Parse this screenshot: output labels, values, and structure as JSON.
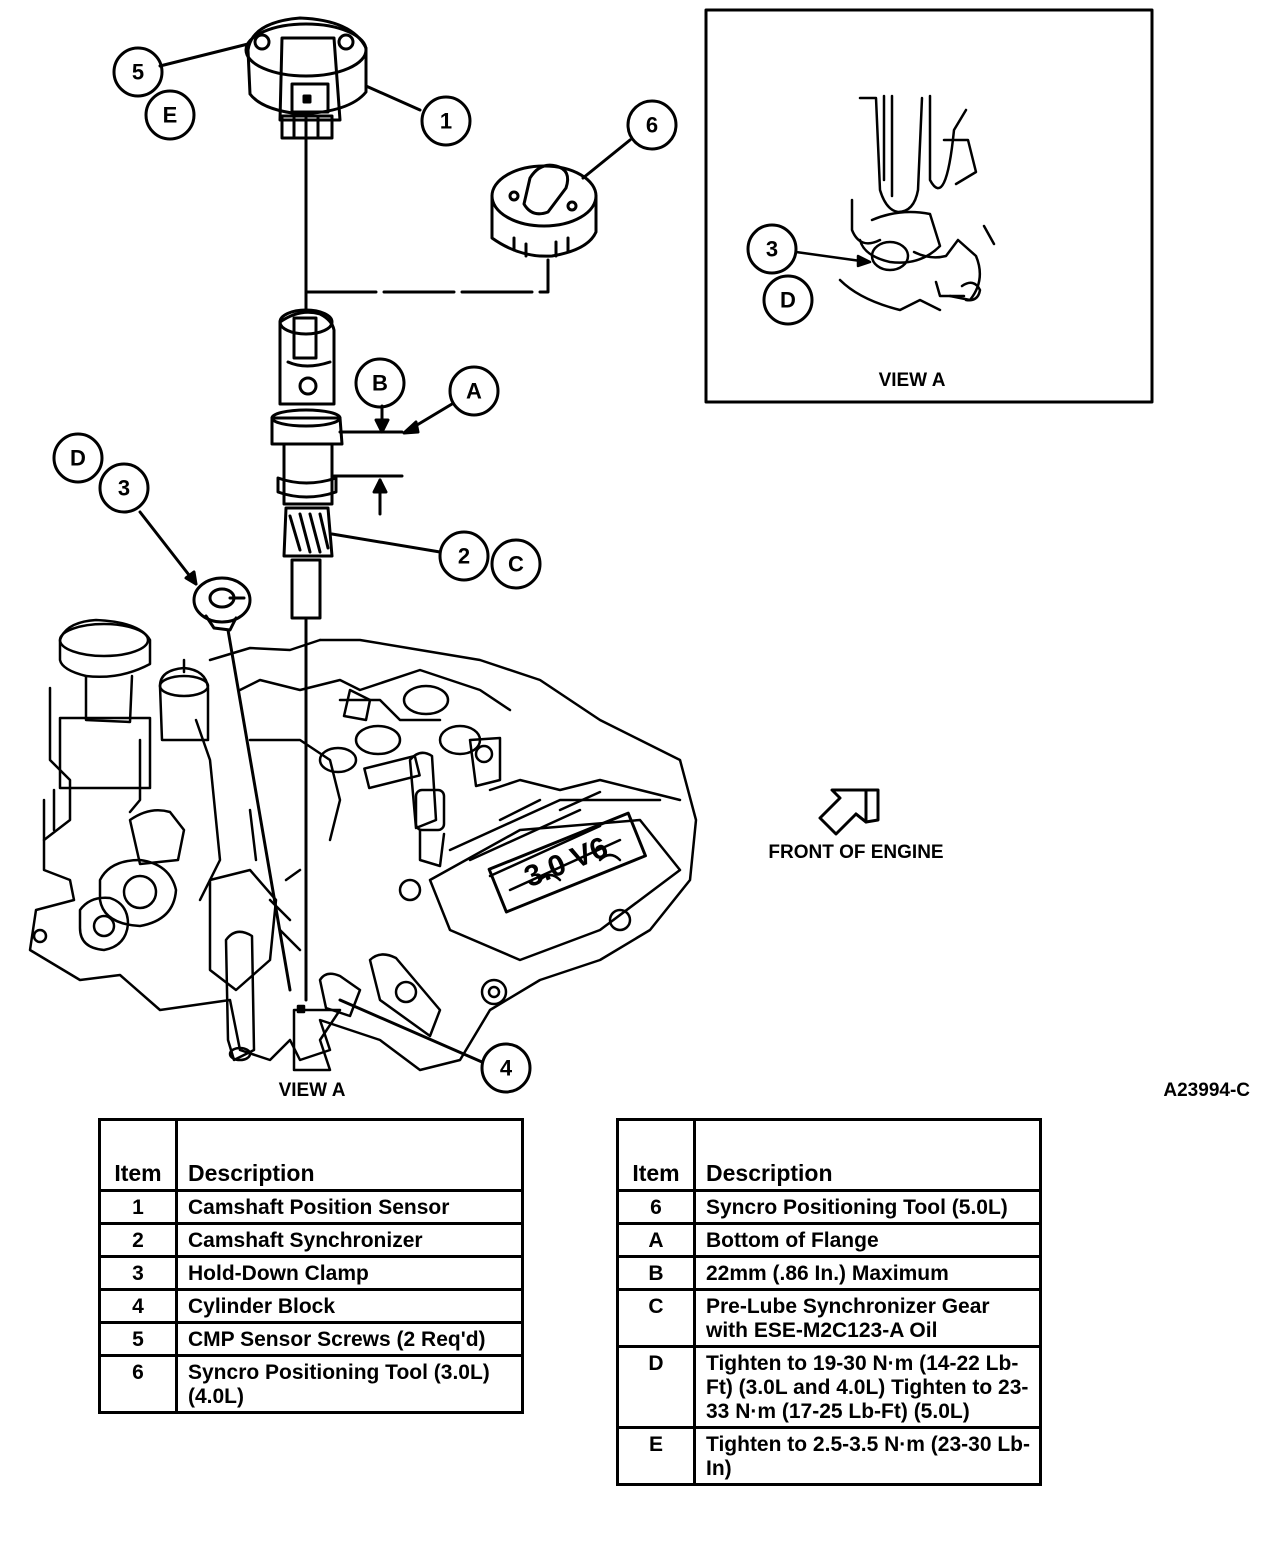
{
  "callouts": {
    "c1": "1",
    "c2": "2",
    "c3_main": "3",
    "c3_view": "3",
    "c4": "4",
    "c5": "5",
    "c6": "6",
    "cA": "A",
    "cB": "B",
    "cC": "C",
    "cD_main": "D",
    "cD_view": "D",
    "cE": "E"
  },
  "labels": {
    "view_a_inset": "VIEW A",
    "view_a_main": "VIEW A",
    "front_of_engine": "FRONT OF ENGINE",
    "figure_id": "A23994-C",
    "engine_badge": "3.0 V6"
  },
  "table_left": {
    "header_item": "Item",
    "header_description": "Description",
    "rows": [
      {
        "item": "1",
        "description": "Camshaft Position Sensor"
      },
      {
        "item": "2",
        "description": "Camshaft Synchronizer"
      },
      {
        "item": "3",
        "description": "Hold-Down Clamp"
      },
      {
        "item": "4",
        "description": "Cylinder Block"
      },
      {
        "item": "5",
        "description": "CMP Sensor Screws (2 Req'd)"
      },
      {
        "item": "6",
        "description": "Syncro Positioning Tool (3.0L) (4.0L)"
      }
    ]
  },
  "table_right": {
    "header_item": "Item",
    "header_description": "Description",
    "rows": [
      {
        "item": "6",
        "description": "Syncro Positioning Tool (5.0L)"
      },
      {
        "item": "A",
        "description": "Bottom of Flange"
      },
      {
        "item": "B",
        "description": "22mm (.86 In.) Maximum"
      },
      {
        "item": "C",
        "description": "Pre-Lube Synchronizer Gear with ESE-M2C123-A Oil"
      },
      {
        "item": "D",
        "description": "Tighten to 19-30 N·m (14-22 Lb-Ft) (3.0L and 4.0L) Tighten to 23-33 N·m (17-25 Lb-Ft) (5.0L)"
      },
      {
        "item": "E",
        "description": "Tighten to 2.5-3.5 N·m (23-30 Lb-In)"
      }
    ]
  }
}
